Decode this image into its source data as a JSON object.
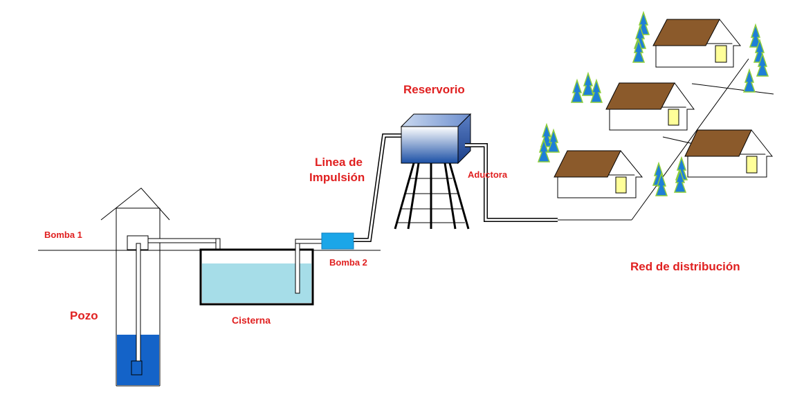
{
  "labels": {
    "bomba1": "Bomba 1",
    "pozo": "Pozo",
    "cisterna": "Cisterna",
    "bomba2": "Bomba 2",
    "linea_line1": "Linea de",
    "linea_line2": "Impulsión",
    "reservorio": "Reservorio",
    "aductora": "Aductora",
    "red": "Red de distribución"
  },
  "colors": {
    "label_red": "#e02020",
    "water_light": "#a6dde8",
    "water_deep": "#1463c8",
    "pump_blue": "#1ba6e8",
    "tank_blue_light": "#ffffff",
    "tank_blue_dark": "#1b4fa5",
    "roof_brown": "#8b5a2b",
    "window_yellow": "#ffff99",
    "tree_blue": "#1f7fd6",
    "tree_green": "#8fce3a"
  }
}
